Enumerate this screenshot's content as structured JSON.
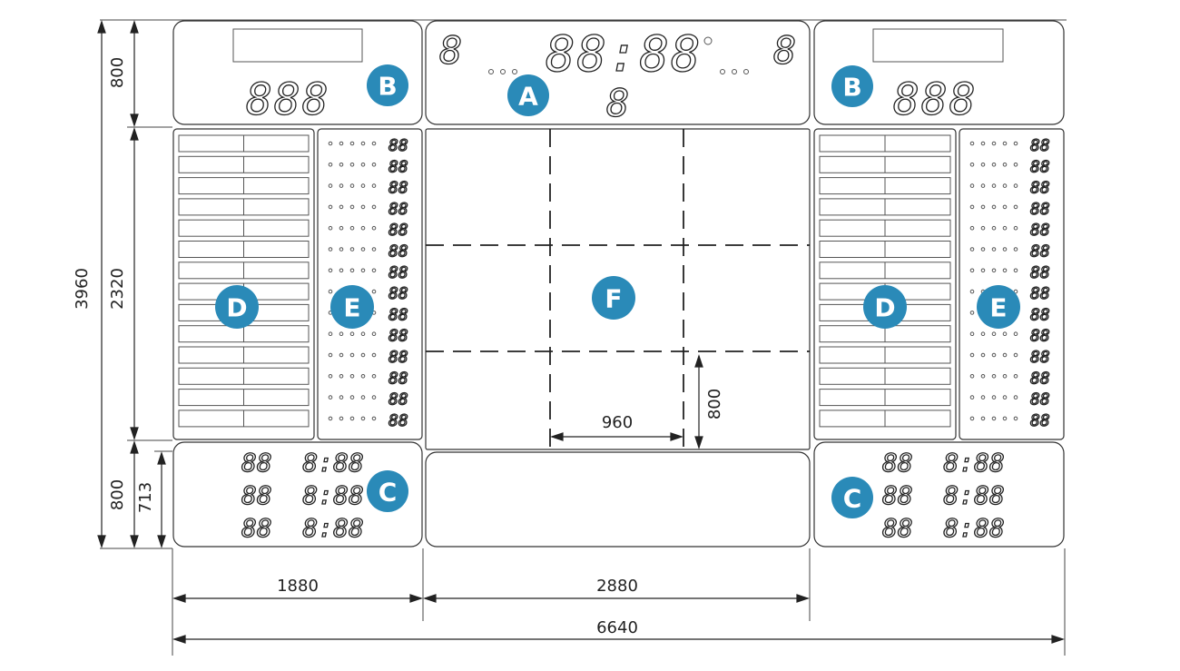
{
  "dimensions": {
    "left_total": "3960",
    "top_rows": "800",
    "middle_rows": "2320",
    "bottom_rows": "800",
    "bottom_inner": "713",
    "f_width": "960",
    "f_height": "800",
    "col_left": "1880",
    "col_center": "2880",
    "total_width": "6640"
  },
  "modules": {
    "A": "A",
    "B_left": "B",
    "B_right": "B",
    "C_left": "C",
    "C_right": "C",
    "D_left": "D",
    "D_right": "D",
    "E_left": "E",
    "E_right": "E",
    "F": "F"
  },
  "displays": {
    "a_left_digit": "8",
    "a_clock": "88:88",
    "a_right_digit": "8",
    "a_period": "8",
    "b_score": "888",
    "c_row": "88  8:88",
    "e_row": "88"
  },
  "colors": {
    "badge": "#2a8ab8",
    "line": "#333333"
  }
}
